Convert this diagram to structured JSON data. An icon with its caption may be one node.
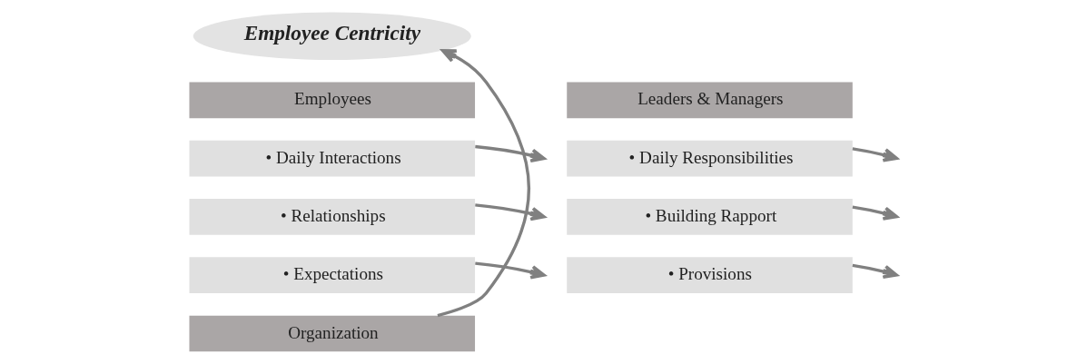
{
  "diagram": {
    "nodes": [
      {
        "text": [
          "Employee Centricity"
        ]
      },
      {
        "text": [
          "Employees"
        ]
      },
      {
        "text": [
          "• Daily Interactions"
        ]
      },
      {
        "text": [
          "• Relationships"
        ]
      },
      {
        "text": [
          "• Expectations"
        ]
      },
      {
        "text": [
          "Leaders & Managers"
        ]
      },
      {
        "text": [
          "• Daily Responsibilities"
        ]
      },
      {
        "text": [
          "• Building Rapport"
        ]
      },
      {
        "text": [
          "• Provisions"
        ]
      },
      {
        "text": [
          "Organization"
        ]
      }
    ],
    "edges": [
      {
        "from": 9,
        "to": 0,
        "arrow": "to"
      },
      {
        "from": 2,
        "to": null,
        "arrow": "to"
      },
      {
        "from": 3,
        "to": null,
        "arrow": "to"
      },
      {
        "from": 4,
        "to": null,
        "arrow": "to"
      },
      {
        "from": 6,
        "to": null,
        "arrow": "to"
      },
      {
        "from": 7,
        "to": null,
        "arrow": "to"
      },
      {
        "from": 8,
        "to": null,
        "arrow": "to"
      }
    ]
  }
}
